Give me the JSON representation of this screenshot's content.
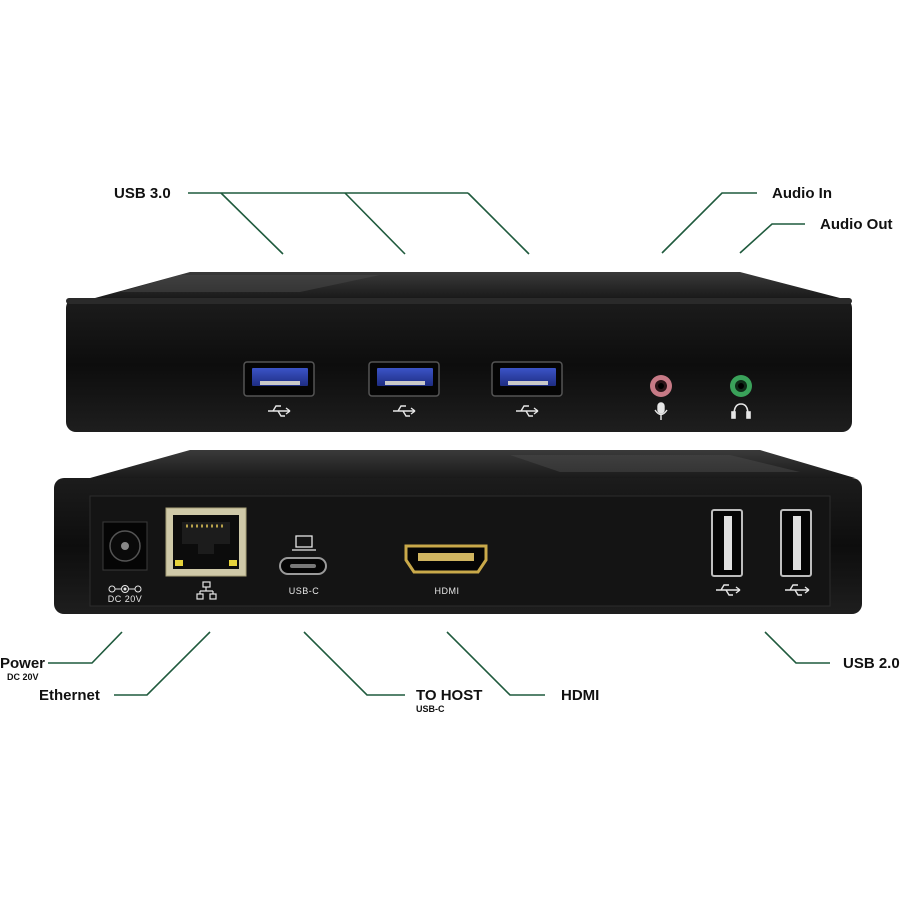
{
  "callouts": {
    "usb30": "USB 3.0",
    "audio_in": "Audio In",
    "audio_out": "Audio Out",
    "power": "Power",
    "power_sub": "DC 20V",
    "ethernet": "Ethernet",
    "to_host": "TO HOST",
    "to_host_sub": "USB-C",
    "hdmi": "HDMI",
    "usb20": "USB 2.0"
  },
  "rear_panel": {
    "dc_label": "DC 20V",
    "usbc_label": "USB-C",
    "hdmi_label": "HDMI"
  },
  "colors": {
    "leader_line": "#1f5a3d",
    "device_body": "#111111",
    "usb3_blue": "#2c3fa0",
    "mic_jack": "#c77a86",
    "headphone_jack": "#3aa25a"
  },
  "icons": [
    "usb-icon",
    "microphone-icon",
    "headphones-icon",
    "network-icon",
    "laptop-icon",
    "dc-polarity-icon"
  ]
}
